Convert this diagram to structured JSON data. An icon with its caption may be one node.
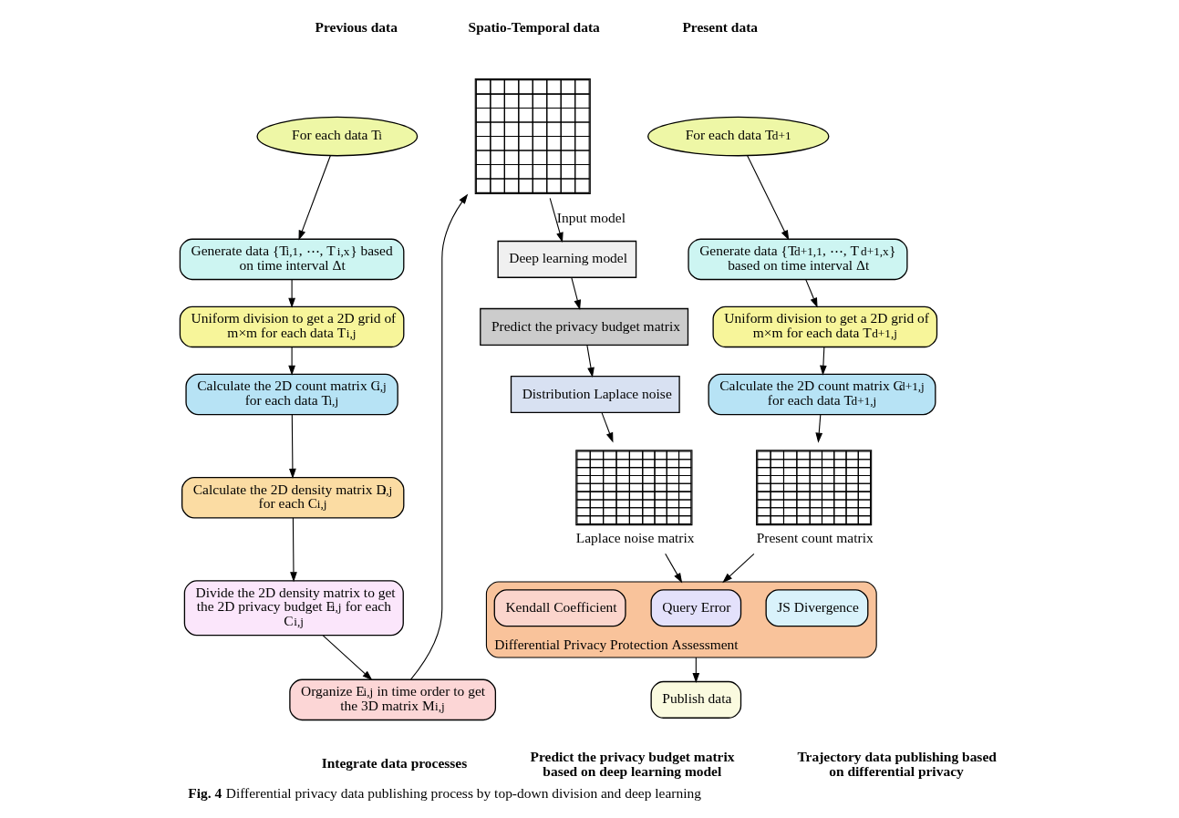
{
  "diagram": {
    "caption": "**Fig. 4** Differential privacy data publishing process by top-down division and deep learning",
    "nodes": [
      {
        "text": [
          "For each data T$_{i}$"
        ]
      },
      {
        "text": [
          "Generate data {T$_{i,1}$, ⋯, T$_{i,x}$} based on time interval Δt"
        ]
      },
      {
        "text": [
          "Uniform division to get a 2D grid of m×m for each data T$_{i,j}$"
        ]
      },
      {
        "text": [
          "Calculate the 2D count matrix C$_{i,j}$ for each data T$_{i,j}$"
        ]
      },
      {
        "text": [
          "Calculate the 2D density matrix D$_{i,j}$ for each C$_{i,j}$"
        ]
      },
      {
        "text": [
          "Divide the 2D density matrix to get the 2D privacy budget E$_{i,j}$ for each C$_{i,j}$"
        ]
      },
      {
        "text": [
          "Organize E$_{i,j}$ in time order to get the 3D matrix M$_{i,j}$"
        ]
      },
      {
        "text": [],
        "shape": "grid"
      },
      {
        "text": [
          "Deep learning model"
        ]
      },
      {
        "text": [
          "Predict the privacy budget matrix"
        ]
      },
      {
        "text": [
          "Distribution Laplace noise"
        ]
      },
      {
        "text": [],
        "shape": "grid",
        "beside": [
          "Laplace noise matrix"
        ]
      },
      {
        "text": [
          "For each data T$_{d+1}$"
        ]
      },
      {
        "text": [
          "Generate data {T$_{d+1,1}$, ⋯, T$_{d+1,x}$} based on time interval Δt"
        ]
      },
      {
        "text": [
          "Uniform division to get a 2D grid of m×m for each data T$_{d+1,j}$"
        ]
      },
      {
        "text": [
          "Calculate the 2D count matrix C$_{d+1,j}$ for each data T$_{d+1,j}$"
        ]
      },
      {
        "text": [],
        "shape": "grid",
        "beside": [
          "Present count matrix"
        ]
      },
      {
        "text": [
          "Differential Privacy Protection Assessment"
        ]
      },
      {
        "text": [
          "JS Divergence"
        ],
        "in": 17
      },
      {
        "text": [
          "Query Error"
        ],
        "in": 17
      },
      {
        "text": [
          "Kendall Coefficient"
        ],
        "in": 17
      },
      {
        "text": [
          "Publish data"
        ]
      }
    ],
    "edges": [
      {
        "from": 0,
        "to": 1,
        "arrow": "to"
      },
      {
        "from": 1,
        "to": 2,
        "arrow": "to"
      },
      {
        "from": 2,
        "to": 3,
        "arrow": "to"
      },
      {
        "from": 3,
        "to": 4,
        "arrow": "to"
      },
      {
        "from": 4,
        "to": 5,
        "arrow": "to"
      },
      {
        "from": 5,
        "to": 6,
        "arrow": "to"
      },
      {
        "from": 6,
        "to": 7,
        "arrow": "to"
      },
      {
        "from": 7,
        "to": 8,
        "arrow": "to",
        "label": "Input model"
      },
      {
        "from": 8,
        "to": 9,
        "arrow": "to"
      },
      {
        "from": 9,
        "to": 10,
        "arrow": "to"
      },
      {
        "from": 10,
        "to": 11,
        "arrow": "to"
      },
      {
        "from": 12,
        "to": 13,
        "arrow": "to"
      },
      {
        "from": 13,
        "to": 14,
        "arrow": "to"
      },
      {
        "from": 14,
        "to": 15,
        "arrow": "to"
      },
      {
        "from": 15,
        "to": 16,
        "arrow": "to"
      },
      {
        "from": 11,
        "to": 17,
        "arrow": "to"
      },
      {
        "from": 16,
        "to": 17,
        "arrow": "to"
      },
      {
        "from": 17,
        "to": 21,
        "arrow": "to"
      }
    ],
    "labels": [
      "Previous data",
      "Spatio-Temporal data",
      "Present data",
      "Integrate data processes",
      "Predict the privacy budget matrix based on deep learning model",
      "Trajectory data publishing based on differential privacy"
    ]
  }
}
